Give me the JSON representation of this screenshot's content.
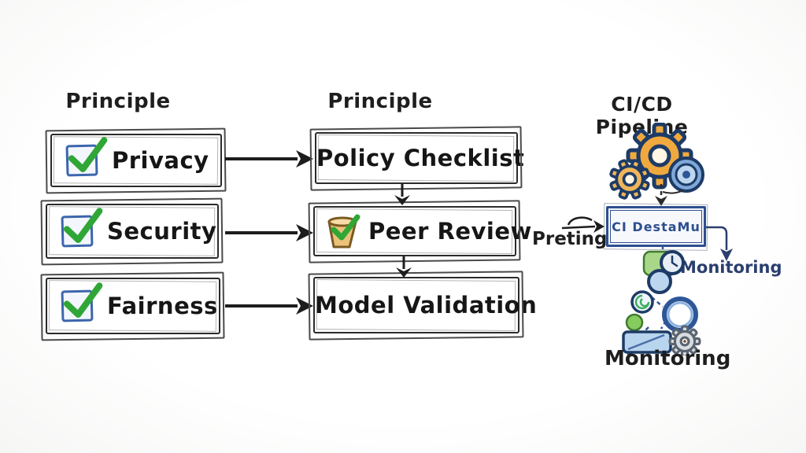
{
  "left_column": {
    "header": "Principle",
    "items": [
      {
        "label": "Privacy"
      },
      {
        "label": "Security"
      },
      {
        "label": "Fairness"
      }
    ]
  },
  "middle_column": {
    "header": "Principle",
    "items": [
      {
        "label": "Policy Checklist"
      },
      {
        "label": "Peer Review"
      },
      {
        "label": "Model Validation"
      }
    ]
  },
  "right_column": {
    "header": "CI/CD Pipeline",
    "ci_box_label": "CI DestaMu",
    "left_label": "Preting",
    "right_label": "Monitoring",
    "bottom_label": "Monitoring"
  },
  "icons": {
    "checkbox": "blue square with green checkmark",
    "bucket": "tan bucket with green checkmark",
    "gears": "orange gear cluster with blue wheel",
    "pipeline_doodles": "clock, circles, swirl, ring, monitor screen, gray gear"
  },
  "colors": {
    "checkbox_blue": "#3c66ad",
    "check_green": "#2fa636",
    "gear_orange": "#f0a93f",
    "pipeline_blue": "#2d4f8e",
    "sketch_black": "#2b2b2b",
    "bucket_tan": "#ecc27a",
    "screen_blue": "#b8d4ee",
    "dot_green": "#86cb5e"
  }
}
